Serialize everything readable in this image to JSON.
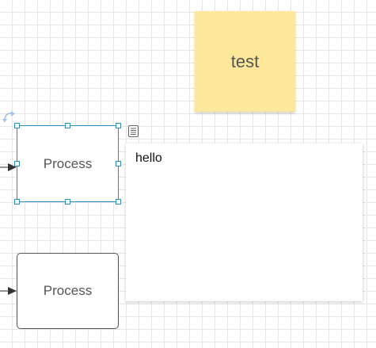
{
  "sticky_note": {
    "text": "test",
    "color": "#fce79a"
  },
  "shapes": [
    {
      "label": "Process",
      "selected": true
    },
    {
      "label": "Process",
      "selected": false
    }
  ],
  "tooltip": {
    "text": "hello"
  },
  "colors": {
    "selection": "#2c8ebb",
    "grid": "#e6e6e6",
    "shape_border": "#555555"
  },
  "icons": {
    "rotate": "rotate-handle-icon",
    "notes": "notes-icon",
    "connector": "arrowhead-icon"
  }
}
